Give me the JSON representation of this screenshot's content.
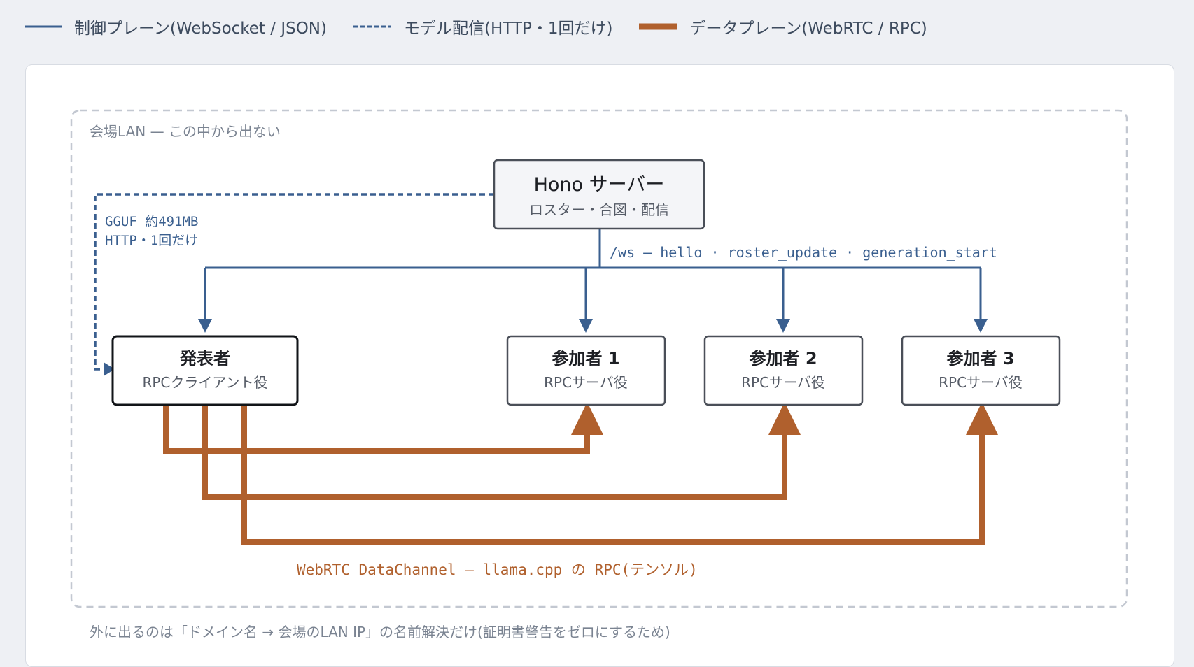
{
  "legend": {
    "control": "制御プレーン(WebSocket / JSON)",
    "model": "モデル配信(HTTP・1回だけ)",
    "data": "データプレーン(WebRTC / RPC)"
  },
  "lan": {
    "label": "会場LAN — この中から出ない",
    "footnote": "外に出るのは「ドメイン名 → 会場のLAN IP」の名前解決だけ(証明書警告をゼロにするため)"
  },
  "server": {
    "title": "Hono サーバー",
    "subtitle": "ロスター・合図・配信"
  },
  "presenter": {
    "title": "発表者",
    "subtitle": "RPCクライアント役"
  },
  "participants": [
    {
      "title": "参加者 1",
      "subtitle": "RPCサーバ役"
    },
    {
      "title": "参加者 2",
      "subtitle": "RPCサーバ役"
    },
    {
      "title": "参加者 3",
      "subtitle": "RPCサーバ役"
    }
  ],
  "edges": {
    "ws_label": "/ws — hello · roster_update · generation_start",
    "gguf_line1": "GGUF 約491MB",
    "gguf_line2": "HTTP・1回だけ",
    "webrtc_label": "WebRTC DataChannel — llama.cpp の RPC(テンソル)"
  },
  "colors": {
    "control": "#3a5f8f",
    "data": "#b0602d",
    "lan_border": "#c3c8d1"
  }
}
